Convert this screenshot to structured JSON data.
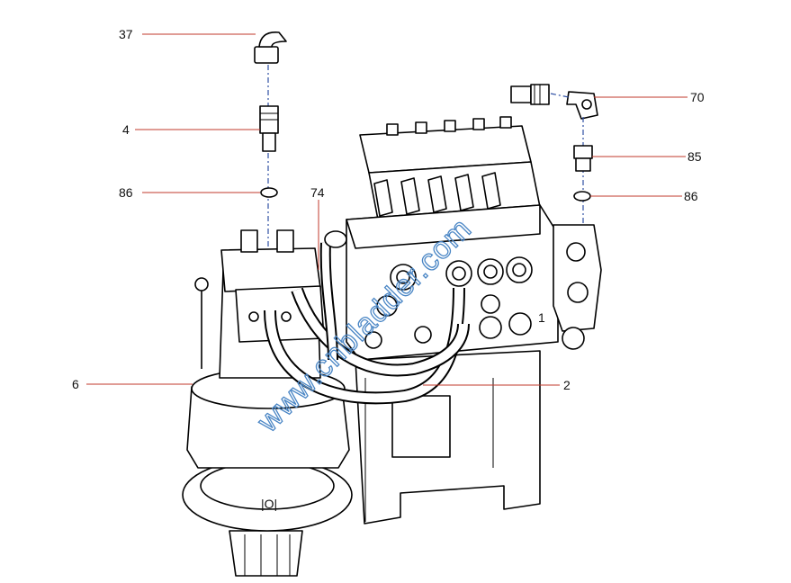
{
  "diagram": {
    "callouts": [
      {
        "id": "c37",
        "label": "37"
      },
      {
        "id": "c4",
        "label": "4"
      },
      {
        "id": "c86a",
        "label": "86"
      },
      {
        "id": "c74",
        "label": "74"
      },
      {
        "id": "c6",
        "label": "6"
      },
      {
        "id": "c70",
        "label": "70"
      },
      {
        "id": "c85",
        "label": "85"
      },
      {
        "id": "c86b",
        "label": "86"
      },
      {
        "id": "c2",
        "label": "2"
      }
    ],
    "valve_marking": "1",
    "motor_marking": "|O|",
    "watermark": "www.cnbladder.com",
    "colors": {
      "leader": "#c0392b",
      "centerline": "#2e4fa3",
      "watermark": "#4a86c5"
    }
  }
}
